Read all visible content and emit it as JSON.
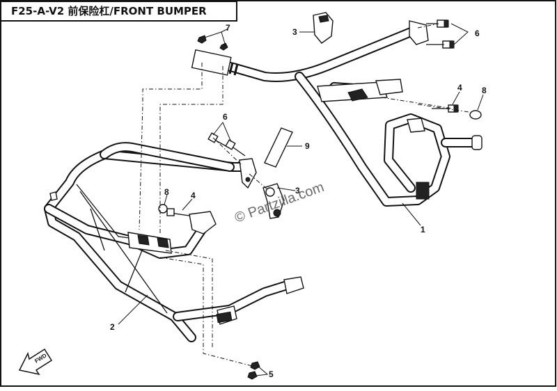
{
  "diagram": {
    "title": "F25-A-V2 前保险杠/FRONT BUMPER",
    "watermark": "© Partzilla.com",
    "fwd_label": "FWD",
    "callouts": [
      {
        "id": "1",
        "label": "1"
      },
      {
        "id": "2",
        "label": "2"
      },
      {
        "id": "3a",
        "label": "3"
      },
      {
        "id": "3b",
        "label": "3"
      },
      {
        "id": "4a",
        "label": "4"
      },
      {
        "id": "4b",
        "label": "4"
      },
      {
        "id": "5",
        "label": "5"
      },
      {
        "id": "6a",
        "label": "6"
      },
      {
        "id": "6b",
        "label": "6"
      },
      {
        "id": "7",
        "label": "7"
      },
      {
        "id": "8a",
        "label": "8"
      },
      {
        "id": "8b",
        "label": "8"
      },
      {
        "id": "9",
        "label": "9"
      }
    ]
  }
}
